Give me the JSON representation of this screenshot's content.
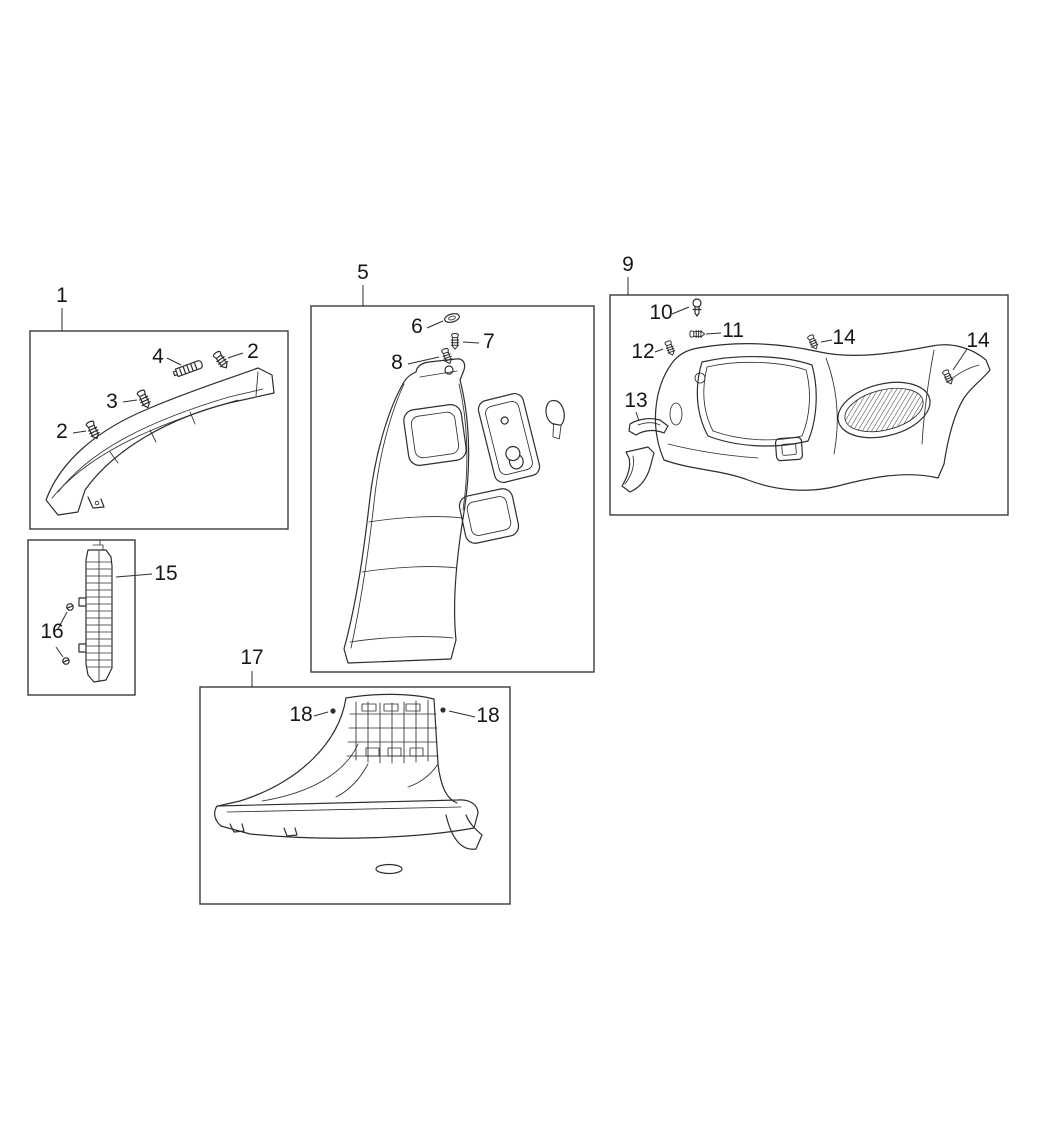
{
  "diagram": {
    "labels": {
      "g1": "1",
      "i2a": "2",
      "i3": "3",
      "i4": "4",
      "i2b": "2",
      "g5": "5",
      "i6": "6",
      "i7": "7",
      "i8": "8",
      "g9": "9",
      "i10": "10",
      "i11": "11",
      "i12": "12",
      "i13": "13",
      "i14a": "14",
      "i14b": "14",
      "g15": "15",
      "i16": "16",
      "g17": "17",
      "i18a": "18",
      "i18b": "18"
    },
    "colors": {
      "ink": "#2e2e2e",
      "background": "#ffffff"
    }
  }
}
